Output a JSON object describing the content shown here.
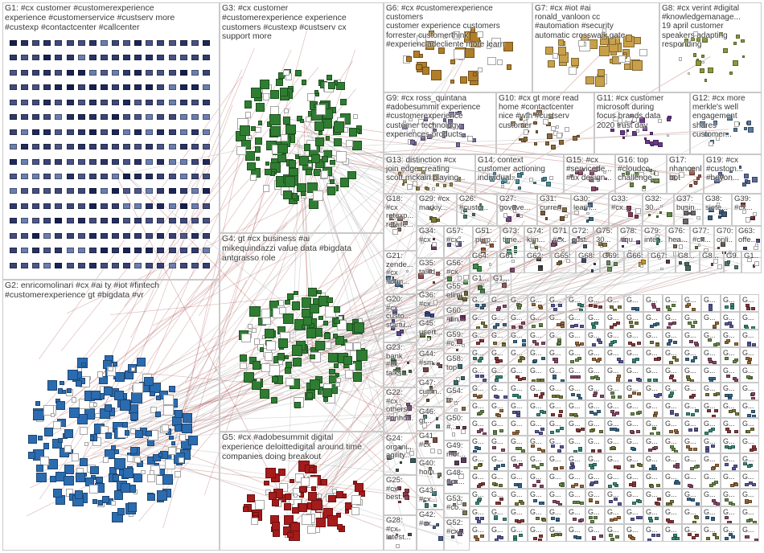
{
  "groups": [
    {
      "id": "G1",
      "label": "G1: #cx customer #customerexperience\nexperience #customerservice #custserv more\n#custexp #contactcenter #callcenter",
      "style": "grid",
      "color": "#1f2a5a",
      "count": 280
    },
    {
      "id": "G2",
      "label": "G2: enricomolinari #cx #ai ty #iot #fintech\n#customerexperience gt #bigdata #vr",
      "style": "cluster",
      "color": "#2b6cb0",
      "count": 230
    },
    {
      "id": "G3",
      "label": "G3: #cx customer\n#customerexperience experience\ncustomers #custexp #custserv cx\nsupport more",
      "style": "cluster",
      "color": "#2f7d32",
      "count": 160
    },
    {
      "id": "G4",
      "label": "G4: gt #cx business #ai\nmikequindazzi value data #bigdata\nantgrasso role",
      "style": "cluster",
      "color": "#2e7d32",
      "count": 150
    },
    {
      "id": "G5",
      "label": "G5: #cx #adobesummit digital\nexperience deloittedigital around time\ncompanies doing breakout",
      "style": "cluster",
      "color": "#a61b1b",
      "count": 90
    },
    {
      "id": "G6",
      "label": "G6: #cx #customerexperience customers\ncustomer experience customers\nforrester customerthink\n#experienciadecliente more learn",
      "style": "cluster",
      "color": "#b07d2a",
      "count": 40
    },
    {
      "id": "G7",
      "label": "G7: #cx #iot #ai\nronald_vanloon cc\n#automation #security\nautomatic crosswalk gate",
      "style": "cluster",
      "color": "#c8a04a",
      "count": 45
    },
    {
      "id": "G8",
      "label": "G8: #cx verint #digital\n#knowledgemanage...\n19 april customer\nspeakers adapting\nresponding",
      "style": "cluster",
      "color": "#8a9a3a",
      "count": 25
    },
    {
      "id": "G9",
      "label": "G9: #cx ross_quintana\n#adobesummit experience\n#customerexperience\ncustomer technology\nexperiences products...",
      "style": "cluster",
      "color": "#7a6a9a",
      "count": 30
    },
    {
      "id": "G10",
      "label": "G10: #cx gt more read\nhome #contactcenter\nnice #wfh #custserv\ncustomer",
      "style": "cluster",
      "color": "#8a6a3a",
      "count": 30
    },
    {
      "id": "G11",
      "label": "G11: #cx customer\nmicrosoft during\nfocus brands data\n2020 trust day",
      "style": "cluster",
      "color": "#6a3a8a",
      "count": 30
    },
    {
      "id": "G12",
      "label": "G12: #cx more\nmerkle's well\nengagement\nshares\ncustomer...",
      "style": "cluster",
      "color": "#5a7a9a",
      "count": 18
    },
    {
      "id": "G13",
      "label": "G13: distinction #cx\njoin edge creating\nscott mckain playing...",
      "style": "cluster",
      "color": "#9a8a4a",
      "count": 22
    },
    {
      "id": "G14",
      "label": "G14: context\ncustomer actioning\nindividual...",
      "style": "cluster",
      "color": "#4a8a9a",
      "count": 18
    },
    {
      "id": "G15",
      "label": "G15: #cx\n#servicede...\n#ux design...",
      "style": "cluster",
      "color": "#8a4a6a",
      "count": 14
    },
    {
      "id": "G16",
      "label": "G16: top\n#cloudco...\nchallenge...",
      "style": "cluster",
      "color": "#6a8a4a",
      "count": 14
    },
    {
      "id": "G17",
      "label": "G17:\nnhancenb...\nbot",
      "style": "cluster",
      "color": "#9a5a4a",
      "count": 10
    },
    {
      "id": "G19",
      "label": "G19: #cx\n#custom...\n#beyon...",
      "style": "cluster",
      "color": "#5a6a9a",
      "count": 10
    },
    {
      "id": "G18",
      "label": "G18:\n#cx\nretexp...\nretaile...",
      "style": "cluster",
      "color": "#8a6a5a",
      "count": 8
    },
    {
      "id": "G29",
      "label": "G29: #cx\nmarkiy...",
      "style": "cluster",
      "color": "#7a7a3a",
      "count": 6
    },
    {
      "id": "G26",
      "label": "G26:\n#custo...",
      "style": "cluster",
      "color": "#4a7a6a",
      "count": 6
    },
    {
      "id": "G27",
      "label": "G27:\ngoveve...",
      "style": "cluster",
      "color": "#6a4a7a",
      "count": 6
    },
    {
      "id": "G31",
      "label": "G31:\ncurren...",
      "style": "cluster",
      "color": "#7a5a3a",
      "count": 6
    },
    {
      "id": "G30",
      "label": "G30:\nlearn...",
      "style": "cluster",
      "color": "#3a6a8a",
      "count": 6
    },
    {
      "id": "G33",
      "label": "G33:\n#cx...",
      "style": "cluster",
      "color": "#8a3a5a",
      "count": 6
    },
    {
      "id": "G32",
      "label": "G32:\n30...",
      "style": "cluster",
      "color": "#5a8a3a",
      "count": 6
    },
    {
      "id": "G37",
      "label": "G37:\nbusin...",
      "style": "cluster",
      "color": "#6a6a6a",
      "count": 6
    },
    {
      "id": "G38",
      "label": "G38:\nsiete...",
      "style": "cluster",
      "color": "#3a5a7a",
      "count": 6
    },
    {
      "id": "G39",
      "label": "G39:\n#cx...",
      "style": "cluster",
      "color": "#7a3a3a",
      "count": 6
    },
    {
      "id": "G21",
      "label": "G21:\nzende...\n#cx\n#crm...",
      "style": "cluster",
      "color": "#4a6a8a",
      "count": 8
    },
    {
      "id": "G34",
      "label": "G34:\n#cx",
      "style": "cluster",
      "color": "#6a3a5a",
      "count": 4
    },
    {
      "id": "G57",
      "label": "G57:\n#cx...",
      "style": "cluster",
      "color": "#5a5a8a",
      "count": 4
    },
    {
      "id": "G51",
      "label": "G51:\npurp...",
      "style": "cluster",
      "color": "#8a5a3a",
      "count": 4
    },
    {
      "id": "G73",
      "label": "G73:\ntime...",
      "style": "cluster",
      "color": "#3a7a5a",
      "count": 4
    },
    {
      "id": "G74",
      "label": "G74:\nkim...",
      "style": "cluster",
      "color": "#6a7a3a",
      "count": 4
    },
    {
      "id": "G71",
      "label": "G71\n#cx...",
      "style": "cluster",
      "color": "#7a4a6a",
      "count": 4
    },
    {
      "id": "G72",
      "label": "G72:\ncust...",
      "style": "cluster",
      "color": "#4a5a6a",
      "count": 4
    },
    {
      "id": "G75",
      "label": "G75:\n30...",
      "style": "cluster",
      "color": "#8a7a4a",
      "count": 4
    },
    {
      "id": "G78",
      "label": "G78:\n#qu...",
      "style": "cluster",
      "color": "#5a3a7a",
      "count": 4
    },
    {
      "id": "G79",
      "label": "G79:\ninte...",
      "style": "cluster",
      "color": "#3a8a6a",
      "count": 4
    },
    {
      "id": "G76",
      "label": "G76:\nhea...",
      "style": "cluster",
      "color": "#7a6a5a",
      "count": 4
    },
    {
      "id": "G77",
      "label": "G77:\n#cx...",
      "style": "cluster",
      "color": "#5a7a4a",
      "count": 4
    },
    {
      "id": "G70",
      "label": "G70:\nonli...",
      "style": "cluster",
      "color": "#6a5a4a",
      "count": 4
    },
    {
      "id": "G63",
      "label": "G63:\noffe...",
      "style": "cluster",
      "color": "#4a4a7a",
      "count": 4
    },
    {
      "id": "G20",
      "label": "G20:\n#cx\ncusto...\nstartu...",
      "style": "cluster",
      "color": "#5a4a8a",
      "count": 8
    },
    {
      "id": "G35",
      "label": "G35:\ntalkd...",
      "style": "cluster",
      "color": "#8a4a4a",
      "count": 4
    },
    {
      "id": "G56",
      "label": "G56:\n#cx",
      "style": "cluster",
      "color": "#4a8a4a",
      "count": 4
    },
    {
      "id": "G55",
      "label": "G55:\nelimi...",
      "style": "cluster",
      "color": "#6a6a3a",
      "count": 4
    },
    {
      "id": "G36",
      "label": "G36:\n#cx...",
      "style": "cluster",
      "color": "#3a4a8a",
      "count": 4
    },
    {
      "id": "G60",
      "label": "G60:\n#fin...",
      "style": "cluster",
      "color": "#7a3a6a",
      "count": 4
    },
    {
      "id": "G45",
      "label": "G45:\nusert...",
      "style": "cluster",
      "color": "#5a6a3a",
      "count": 4
    },
    {
      "id": "G59",
      "label": "G59:\n#c...",
      "style": "cluster",
      "color": "#8a5a6a",
      "count": 4
    },
    {
      "id": "G23",
      "label": "G23:\nbank\n#cx\ntalks...",
      "style": "cluster",
      "color": "#4a6a4a",
      "count": 8
    },
    {
      "id": "G44",
      "label": "G44:\n#sm...",
      "style": "cluster",
      "color": "#6a4a4a",
      "count": 4
    },
    {
      "id": "G58",
      "label": "G58:\ntop",
      "style": "cluster",
      "color": "#3a6a6a",
      "count": 4
    },
    {
      "id": "G22",
      "label": "G22:\n#cx\nothers\n#onho...",
      "style": "cluster",
      "color": "#7a5a7a",
      "count": 8
    },
    {
      "id": "G47",
      "label": "G47:\ncuttin...",
      "style": "cluster",
      "color": "#5a5a3a",
      "count": 4
    },
    {
      "id": "G54",
      "label": "G54:\nre...",
      "style": "cluster",
      "color": "#8a6a4a",
      "count": 4
    },
    {
      "id": "G46",
      "label": "G46:\ngt...",
      "style": "cluster",
      "color": "#4a7a7a",
      "count": 4
    },
    {
      "id": "G50",
      "label": "G50:\n#...",
      "style": "cluster",
      "color": "#6a3a4a",
      "count": 4
    },
    {
      "id": "G24",
      "label": "G24:\norgani...\nagility...",
      "style": "cluster",
      "color": "#3a5a5a",
      "count": 8
    },
    {
      "id": "G41",
      "label": "G41\n#cx",
      "style": "cluster",
      "color": "#7a4a3a",
      "count": 4
    },
    {
      "id": "G49",
      "label": "G49:\nmor...",
      "style": "cluster",
      "color": "#5a3a5a",
      "count": 4
    },
    {
      "id": "G40",
      "label": "G40:\nhom...",
      "style": "cluster",
      "color": "#6a7a5a",
      "count": 4
    },
    {
      "id": "G48",
      "label": "G48:\n#cx...",
      "style": "cluster",
      "color": "#4a3a6a",
      "count": 4
    },
    {
      "id": "G25",
      "label": "G25:\n#cx\nbest...",
      "style": "cluster",
      "color": "#8a3a4a",
      "count": 6
    },
    {
      "id": "G43",
      "label": "G43:\n#cx...",
      "style": "cluster",
      "color": "#3a7a7a",
      "count": 4
    },
    {
      "id": "G53",
      "label": "G53:\n#co...",
      "style": "cluster",
      "color": "#7a7a5a",
      "count": 4
    },
    {
      "id": "G28",
      "label": "G28:\n#cx\nlatest...",
      "style": "cluster",
      "color": "#5a4a4a",
      "count": 6
    },
    {
      "id": "G42",
      "label": "G42:\n#cx...",
      "style": "cluster",
      "color": "#4a5a8a",
      "count": 4
    },
    {
      "id": "G52",
      "label": "G52:\n#cx...",
      "style": "cluster",
      "color": "#6a5a7a",
      "count": 4
    },
    {
      "id": "G64",
      "label": "G64:",
      "style": "cluster",
      "color": "#3a8a4a",
      "count": 3
    },
    {
      "id": "G61",
      "label": "G61:",
      "style": "cluster",
      "color": "#8a4a7a",
      "count": 3
    },
    {
      "id": "G62",
      "label": "G62:",
      "style": "cluster",
      "color": "#4a4a4a",
      "count": 3
    },
    {
      "id": "G65",
      "label": "G65:",
      "style": "cluster",
      "color": "#7a6a3a",
      "count": 3
    },
    {
      "id": "G68",
      "label": "G68:",
      "style": "cluster",
      "color": "#3a4a6a",
      "count": 3
    },
    {
      "id": "G69",
      "label": "G69:",
      "style": "cluster",
      "color": "#6a8a5a",
      "count": 3
    },
    {
      "id": "G66",
      "label": "G66:",
      "style": "cluster",
      "color": "#c89a2a",
      "count": 3
    },
    {
      "id": "G67",
      "label": "G67:",
      "style": "cluster",
      "color": "#5a3a4a",
      "count": 3
    },
    {
      "id": "G80",
      "label": "G8...",
      "style": "cluster",
      "color": "#4a6a5a",
      "count": 3
    },
    {
      "id": "G81",
      "label": "G8...",
      "style": "cluster",
      "color": "#7a4a5a",
      "count": 3
    },
    {
      "id": "G90",
      "label": "G9...",
      "style": "cluster",
      "color": "#5a7a6a",
      "count": 3
    },
    {
      "id": "G91",
      "label": "G1...",
      "style": "cluster",
      "color": "#6a4a6a",
      "count": 3
    },
    {
      "id": "G92",
      "label": "G1...",
      "style": "cluster",
      "color": "#4a7a4a",
      "count": 3
    },
    {
      "id": "G93",
      "label": "G1...",
      "style": "cluster",
      "color": "#8a5a5a",
      "count": 3
    }
  ],
  "small_group_label": "G...",
  "small_group_count": 252
}
